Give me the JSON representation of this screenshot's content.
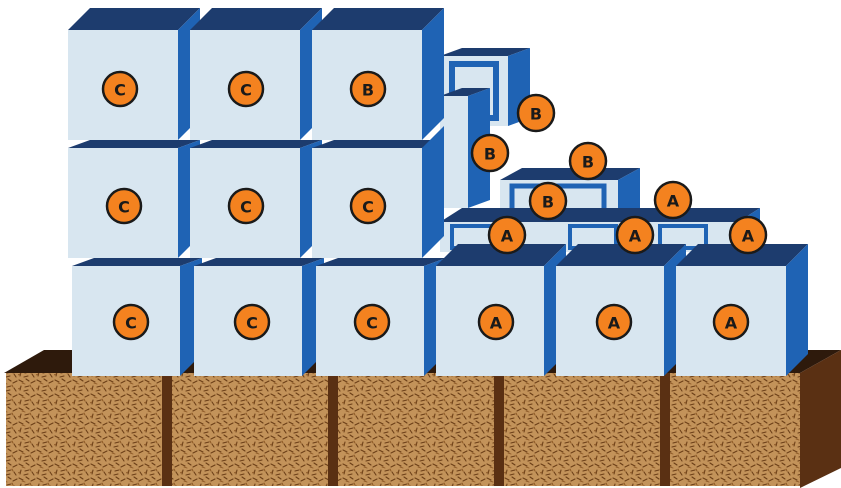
{
  "colors": {
    "cube_front": "#d8e6f0",
    "cube_top": "#1d3c6e",
    "cube_side": "#1f63b4",
    "badge_fill": "#f4821f",
    "badge_stroke": "#1a1a1a",
    "soil_front": "#c3935a",
    "soil_top": "#2e1a0c",
    "soil_side": "#5a3013",
    "soil_fleck": "#6b3e17"
  },
  "cube_labels": {
    "row1": [
      "C",
      "C",
      "B"
    ],
    "row2": [
      "C",
      "C",
      "C"
    ],
    "row3": [
      "C",
      "C",
      "C",
      "A",
      "A",
      "A"
    ]
  },
  "back_labels": [
    "B",
    "B",
    "B",
    "B",
    "A",
    "A",
    "A",
    "A"
  ]
}
